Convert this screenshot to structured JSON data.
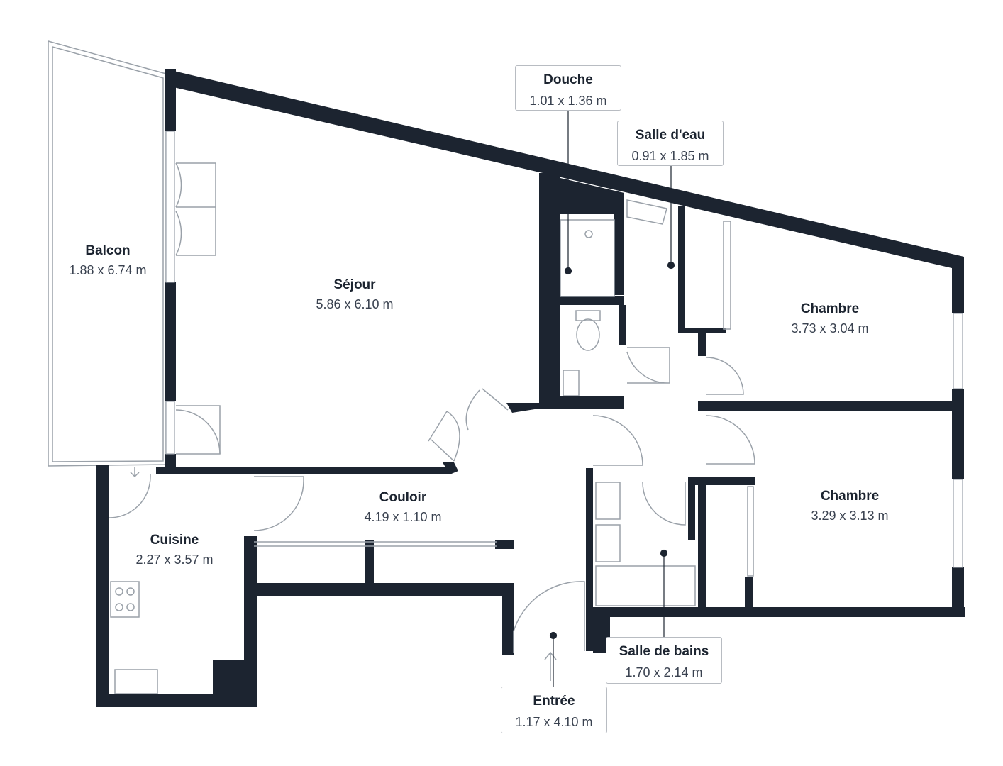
{
  "colors": {
    "wall": "#1c2430",
    "fixture": "#9aa1a9",
    "callout_border": "#b8bcc2",
    "background": "#ffffff"
  },
  "rooms": {
    "balcon": {
      "name": "Balcon",
      "dims": "1.88 x 6.74 m"
    },
    "sejour": {
      "name": "Séjour",
      "dims": "5.86 x 6.10 m"
    },
    "chambre1": {
      "name": "Chambre",
      "dims": "3.73 x 3.04 m"
    },
    "chambre2": {
      "name": "Chambre",
      "dims": "3.29 x 3.13 m"
    },
    "couloir": {
      "name": "Couloir",
      "dims": "4.19 x 1.10 m"
    },
    "cuisine": {
      "name": "Cuisine",
      "dims": "2.27 x 3.57 m"
    }
  },
  "callouts": {
    "douche": {
      "name": "Douche",
      "dims": "1.01 x 1.36 m"
    },
    "salle_deau": {
      "name": "Salle d'eau",
      "dims": "0.91 x 1.85 m"
    },
    "salle_de_bains": {
      "name": "Salle de bains",
      "dims": "1.70 x 2.14 m"
    },
    "entree": {
      "name": "Entrée",
      "dims": "1.17 x 4.10 m"
    }
  },
  "icons": [
    "door-swing-icon",
    "window-icon",
    "toilet-icon",
    "cooktop-icon",
    "sink-icon",
    "bathtub-icon",
    "shower-drain-icon",
    "entry-arrow-icon"
  ]
}
